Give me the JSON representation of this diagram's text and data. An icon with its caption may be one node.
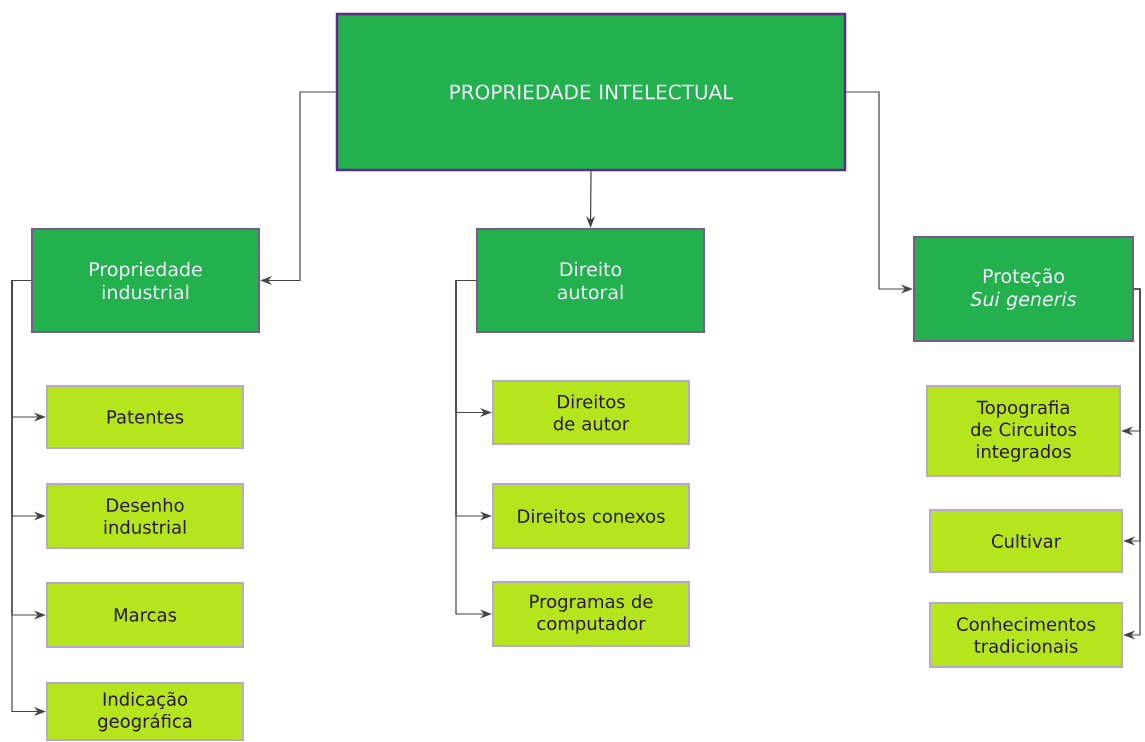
{
  "diagram": {
    "nodes": [
      {
        "text": [
          "PROPRIEDADE INTELECTUAL"
        ]
      },
      {
        "text": [
          "Propriedade industrial"
        ]
      },
      {
        "text": [
          "Direito autoral"
        ]
      },
      {
        "text": [
          "Proteção *Sui generis*"
        ]
      },
      {
        "text": [
          "Patentes"
        ]
      },
      {
        "text": [
          "Desenho industrial"
        ]
      },
      {
        "text": [
          "Marcas"
        ]
      },
      {
        "text": [
          "Indicação geográfica"
        ]
      },
      {
        "text": [
          "Direitos de autor"
        ]
      },
      {
        "text": [
          "Direitos conexos"
        ]
      },
      {
        "text": [
          "Programas de computador"
        ]
      },
      {
        "text": [
          "Topografia de Circuitos integrados"
        ]
      },
      {
        "text": [
          "Cultivar"
        ]
      },
      {
        "text": [
          "Conhecimentos tradicionais"
        ]
      }
    ],
    "edges": [
      {
        "from": 0,
        "to": 1,
        "arrow": "to"
      },
      {
        "from": 0,
        "to": 2,
        "arrow": "to"
      },
      {
        "from": 0,
        "to": 3,
        "arrow": "to"
      },
      {
        "from": 1,
        "to": 4,
        "arrow": "to"
      },
      {
        "from": 1,
        "to": 5,
        "arrow": "to"
      },
      {
        "from": 1,
        "to": 6,
        "arrow": "to"
      },
      {
        "from": 1,
        "to": 7,
        "arrow": "to"
      },
      {
        "from": 2,
        "to": 8,
        "arrow": "to"
      },
      {
        "from": 2,
        "to": 9,
        "arrow": "to"
      },
      {
        "from": 2,
        "to": 10,
        "arrow": "to"
      },
      {
        "from": 3,
        "to": 11,
        "arrow": "to"
      },
      {
        "from": 3,
        "to": 12,
        "arrow": "to"
      },
      {
        "from": 3,
        "to": 13,
        "arrow": "to"
      }
    ]
  }
}
